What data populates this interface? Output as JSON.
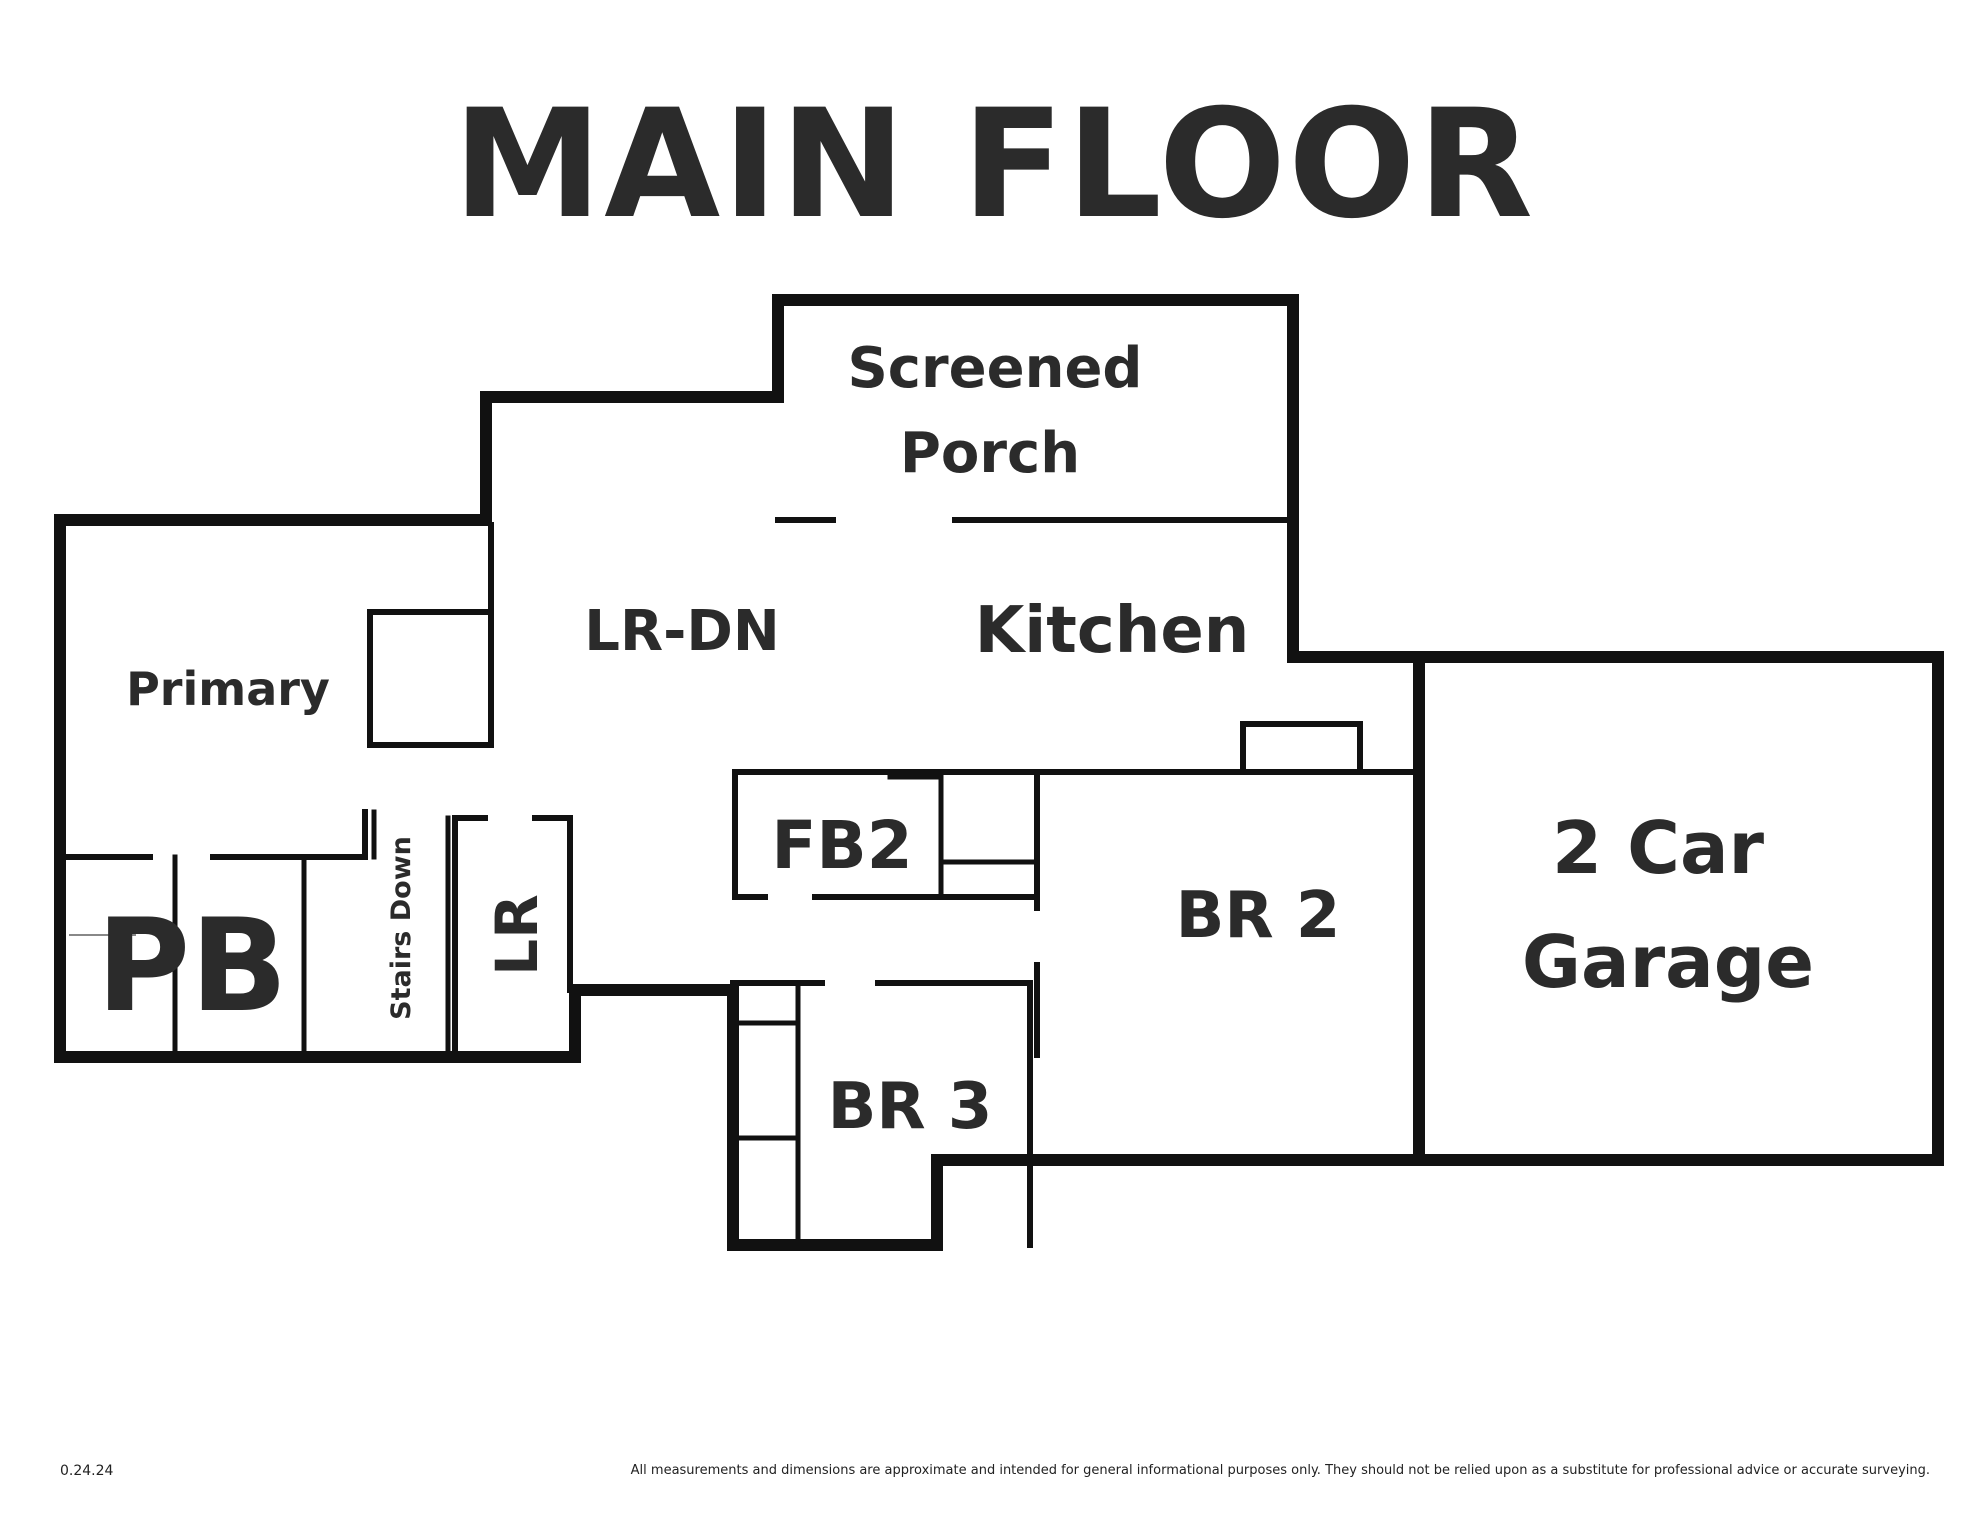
{
  "title": "MAIN FLOOR",
  "rooms": {
    "screened_porch": [
      "Screened",
      "Porch"
    ],
    "lr_dn": "LR-DN",
    "kitchen": "Kitchen",
    "primary": "Primary",
    "pb": "PB",
    "stairs_down": "Stairs Down",
    "lr": "LR",
    "fb2": "FB2",
    "br2": "BR 2",
    "br3": "BR 3",
    "garage": [
      "2 Car",
      "Garage"
    ]
  },
  "footer": {
    "version": "0.24.24",
    "disclaimer": "All measurements and dimensions are approximate and intended for general informational purposes only. They should not be relied upon as a substitute for professional advice or accurate surveying."
  },
  "colors": {
    "wall": "#111111",
    "text": "#2b2b2b",
    "background": "#ffffff"
  }
}
